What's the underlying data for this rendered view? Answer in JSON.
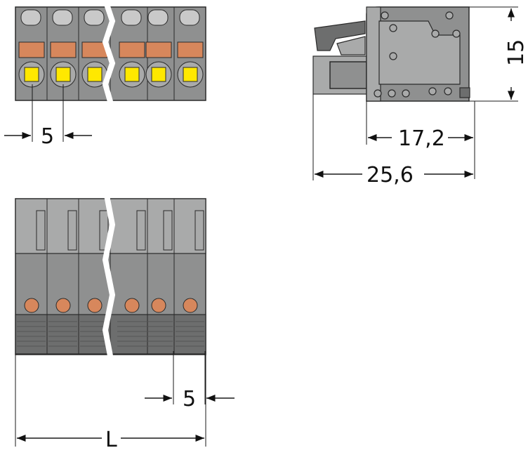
{
  "drawing": {
    "dimensions": {
      "front_pitch": "5",
      "side_depth": "17,2",
      "side_total": "25,6",
      "side_height": "15",
      "bottom_pitch": "5",
      "overall_length": "L"
    },
    "pole_count": 6,
    "colors": {
      "housing": "#8f9090",
      "housing_light": "#a9aaaa",
      "housing_dark": "#6d6e6e",
      "push_button": "#ffe800",
      "contact": "#d7875c",
      "outline": "#2a2a2a"
    }
  }
}
